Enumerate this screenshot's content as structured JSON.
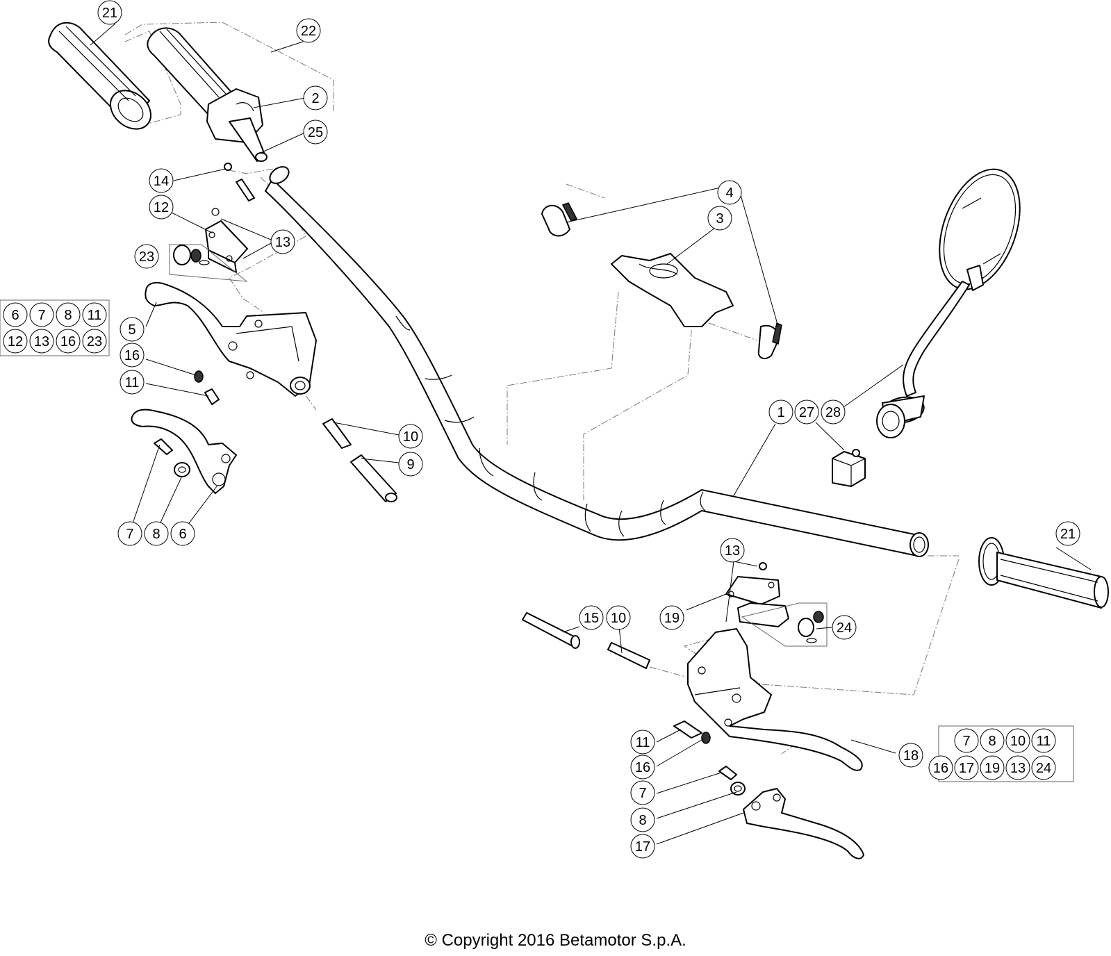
{
  "callouts": {
    "c21a": "21",
    "c22": "22",
    "c2": "2",
    "c25": "25",
    "c14": "14",
    "c12": "12",
    "c13a": "13",
    "c23": "23",
    "c5": "5",
    "c16a": "16",
    "c11a": "11",
    "c10a": "10",
    "c9": "9",
    "c7a": "7",
    "c8a": "8",
    "c6": "6",
    "c4": "4",
    "c3": "3",
    "c1": "1",
    "c27": "27",
    "c28": "28",
    "c21b": "21",
    "c13b": "13",
    "c19": "19",
    "c24": "24",
    "c15": "15",
    "c10b": "10",
    "c18": "18",
    "c11b": "11",
    "c16b": "16",
    "c7b": "7",
    "c8b": "8",
    "c17": "17"
  },
  "kits": {
    "left": [
      "6",
      "7",
      "8",
      "11",
      "12",
      "13",
      "16",
      "23"
    ],
    "right": [
      "7",
      "8",
      "10",
      "11",
      "16",
      "17",
      "19",
      "13",
      "24"
    ]
  },
  "copyright": "© Copyright 2016 Betamotor S.p.A."
}
